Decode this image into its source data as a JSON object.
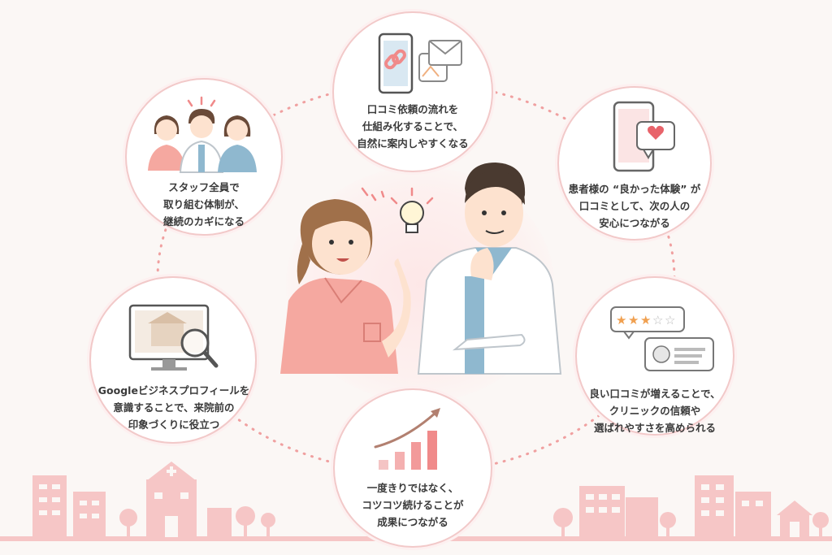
{
  "nodes": {
    "top": [
      "口コミ依頼の流れを",
      "仕組み化することで、",
      "自然に案内しやすくなる"
    ],
    "upper_right": [
      "患者様の “良かった体験” が",
      "口コミとして、次の人の",
      "安心につながる"
    ],
    "lower_right": [
      "良い口コミが増えることで、",
      "クリニックの信頼や",
      "選ばれやすさを高められる"
    ],
    "bottom": [
      "一度きりではなく、",
      "コツコツ続けることが",
      "成果につながる"
    ],
    "lower_left": [
      "Googleビジネスプロフィールを",
      "意識することで、来院前の",
      "印象づくりに役立つ"
    ],
    "upper_left": [
      "スタッフ全員で",
      "取り組む体制が、",
      "継続のカギになる"
    ]
  },
  "colors": {
    "accent_pink": "#f08a8a",
    "circle_border": "#f2c9c9",
    "city_pink": "#f6c6c6",
    "star": "#f0a050",
    "heart": "#e8636a"
  },
  "icons": {
    "top": "phone-link-mail-icon",
    "upper_right": "phone-heart-chat-icon",
    "lower_right": "review-stars-icon",
    "bottom": "growth-bar-chart-icon",
    "lower_left": "monitor-search-icon",
    "upper_left": "staff-team-icon",
    "center": "nurse-doctor-idea-icon"
  }
}
